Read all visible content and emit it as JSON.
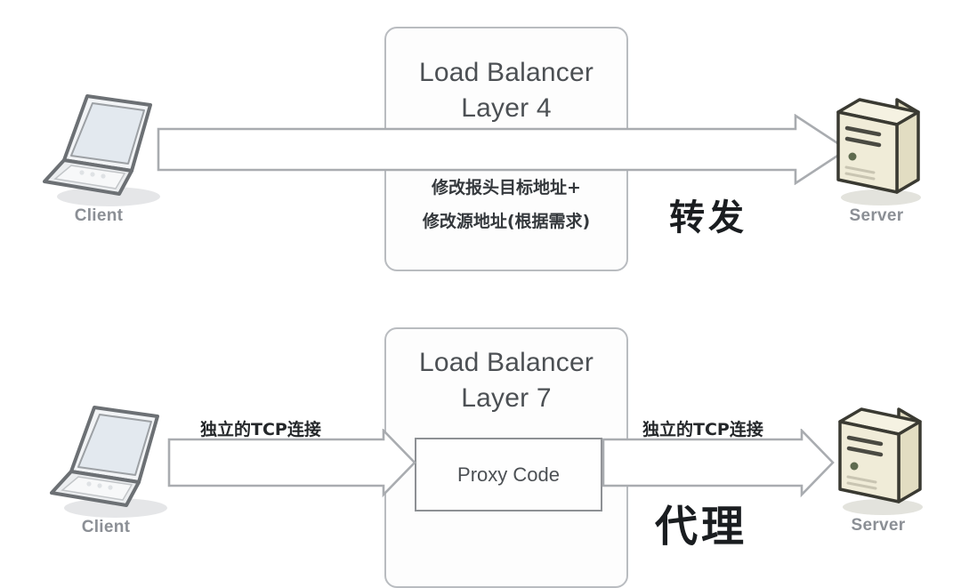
{
  "diagram": {
    "title": "Load Balancer Layer 4 vs Layer 7",
    "colors": {
      "box_border": "#b9bcc0",
      "inner_box_border": "#8d9094",
      "arrow_stroke": "#a9acb0",
      "text_dark": "#1a1d20",
      "text_gray": "#4c5054",
      "node_label": "#8b8f95",
      "server_body": "#f0ecd8",
      "server_outline": "#3a3a32",
      "laptop_body": "#e8eaec",
      "laptop_outline": "#6c7074",
      "background": "#ffffff"
    }
  },
  "top_section": {
    "name": "layer4-forwarding",
    "client": {
      "label": "Client",
      "icon": "laptop-icon"
    },
    "server": {
      "label": "Server",
      "icon": "server-tower-icon"
    },
    "load_balancer": {
      "title": "Load Balancer\nLayer 4",
      "title_line1": "Load Balancer",
      "title_line2": "Layer 4",
      "note": "修改报头目标地址+\n修改源地址(根据需求)",
      "note_line1": "修改报头目标地址+",
      "note_line2": "修改源地址(根据需求)"
    },
    "annotation": "转发",
    "flow": "client-through-lb-to-server"
  },
  "bottom_section": {
    "name": "layer7-proxy",
    "client": {
      "label": "Client",
      "icon": "laptop-icon"
    },
    "server": {
      "label": "Server",
      "icon": "server-tower-icon"
    },
    "load_balancer": {
      "title": "Load Balancer\nLayer 7",
      "title_line1": "Load Balancer",
      "title_line2": "Layer 7",
      "proxy_label": "Proxy Code"
    },
    "left_arrow_label": "独立的TCP连接",
    "right_arrow_label": "独立的TCP连接",
    "annotation": "代理",
    "flow": "client-to-lb-proxy-to-server"
  },
  "watermark": {
    "text": ""
  }
}
